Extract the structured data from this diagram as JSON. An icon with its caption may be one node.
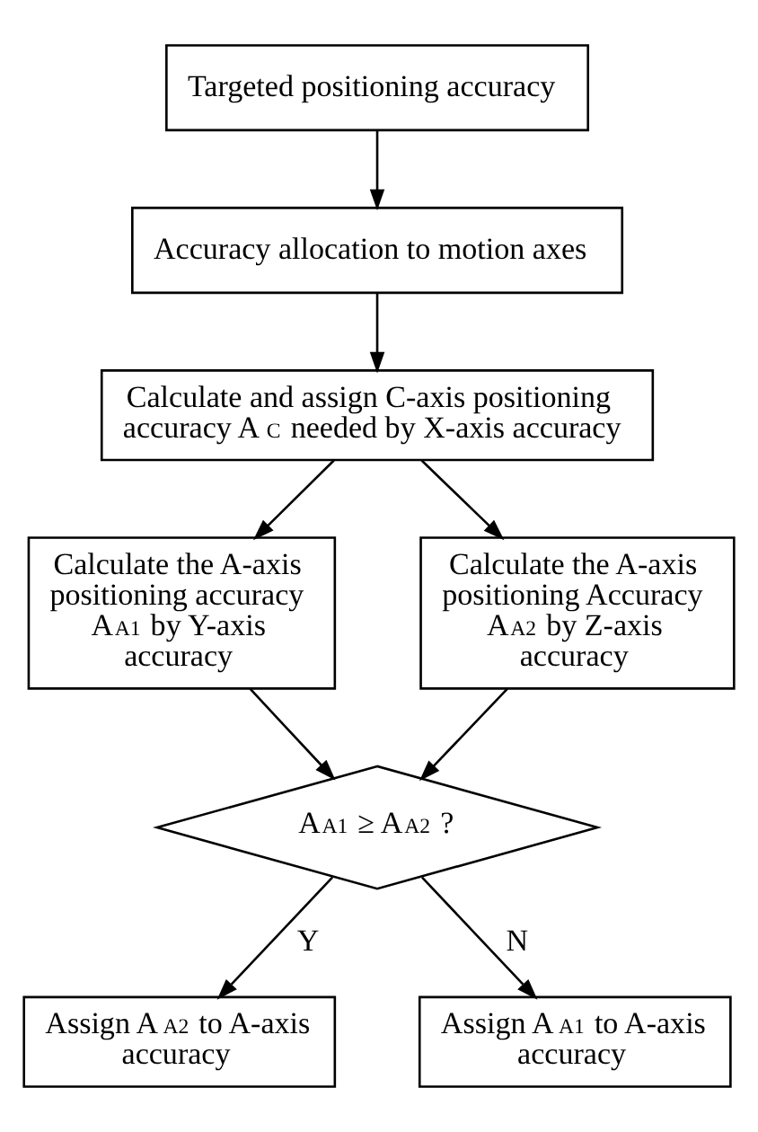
{
  "diagram": {
    "nodes": [
      {
        "text": [
          "Targeted positioning accuracy"
        ]
      },
      {
        "text": [
          "Accuracy allocation to motion axes"
        ]
      },
      {
        "text": [
          "Calculate and assign C-axis positioning accuracy A$_{C}$ needed by X-axis accuracy"
        ]
      },
      {
        "text": [
          "Calculate the A-axis positioning accuracy A$_{A1}$ by Y-axis accuracy"
        ]
      },
      {
        "text": [
          "Calculate the A-axis positioning Accuracy A$_{A2}$ by Z-axis accuracy"
        ]
      },
      {
        "text": [
          "A$_{A1}$ ≥ A$_{A2}$ ?"
        ]
      },
      {
        "text": [
          "Assign A$_{A2}$ to A-axis accuracy"
        ]
      },
      {
        "text": [
          "Assign A$_{A1}$ to A-axis accuracy"
        ]
      }
    ],
    "edges": [
      {
        "from": 0,
        "to": 1,
        "arrow": "to"
      },
      {
        "from": 1,
        "to": 2,
        "arrow": "to"
      },
      {
        "from": 2,
        "to": 3,
        "arrow": "to"
      },
      {
        "from": 2,
        "to": 4,
        "arrow": "to"
      },
      {
        "from": 3,
        "to": 5,
        "arrow": "to"
      },
      {
        "from": 4,
        "to": 5,
        "arrow": "to"
      },
      {
        "from": 5,
        "to": 6,
        "arrow": "to",
        "label": "Y"
      },
      {
        "from": 5,
        "to": 7,
        "arrow": "to",
        "label": "N"
      }
    ]
  }
}
